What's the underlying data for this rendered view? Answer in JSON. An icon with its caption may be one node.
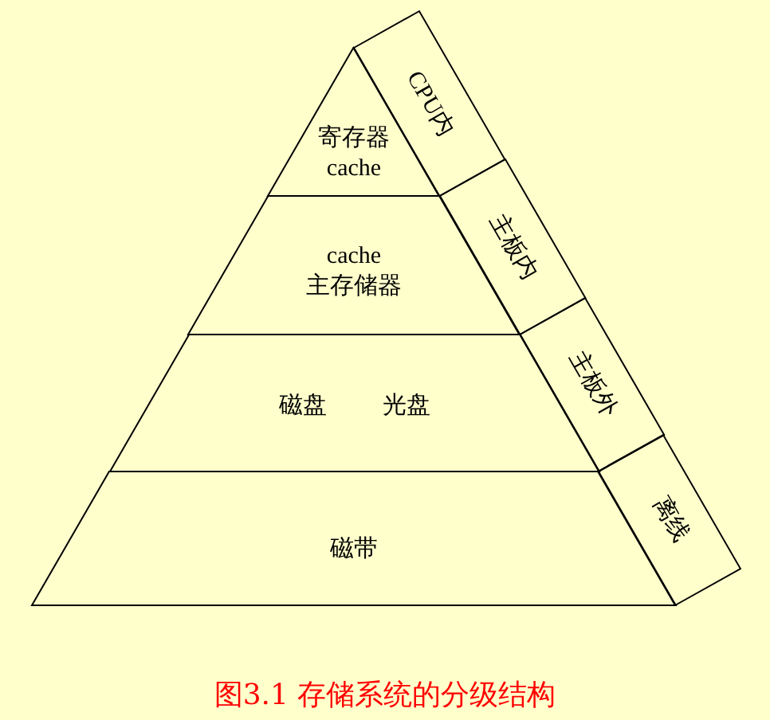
{
  "diagram": {
    "caption": "图3.1 存储系统的分级结构",
    "nodes": [
      {
        "text": [
          "寄存器 cache"
        ]
      },
      {
        "text": [
          "cache 主存储器"
        ]
      },
      {
        "text": [
          "磁盘",
          "光盘"
        ]
      },
      {
        "text": [
          "磁带"
        ]
      },
      {
        "text": [
          "CPU内"
        ]
      },
      {
        "text": [
          "主板内"
        ]
      },
      {
        "text": [
          "主板外"
        ]
      },
      {
        "text": [
          "离线"
        ]
      }
    ]
  }
}
